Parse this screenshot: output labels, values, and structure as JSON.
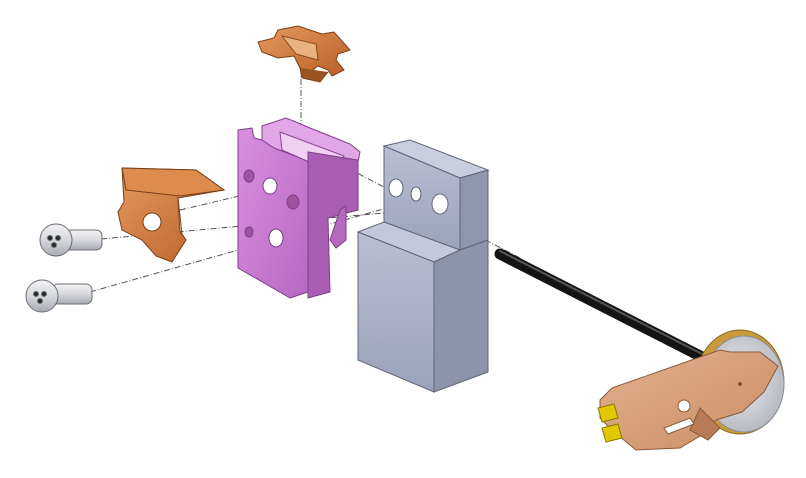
{
  "diagram": {
    "kind": "exploded-assembly",
    "parts": [
      {
        "id": "top-clip",
        "color": "#c8733a"
      },
      {
        "id": "bracket-clip",
        "color": "#c8733a"
      },
      {
        "id": "pink-housing",
        "color": "#c77ad0"
      },
      {
        "id": "grey-block",
        "color": "#a9afc6"
      },
      {
        "id": "screw-upper",
        "color": "#d9dbdf"
      },
      {
        "id": "screw-lower",
        "color": "#d9dbdf"
      },
      {
        "id": "black-rod",
        "color": "#1a1a1a"
      },
      {
        "id": "contact-plate",
        "color": "#d59a72"
      },
      {
        "id": "coin-disc",
        "color": "#c9cbd0"
      },
      {
        "id": "gold-pads",
        "color": "#e0c000"
      }
    ],
    "colors": {
      "axis": "#555555",
      "edge": "#333333",
      "copper": "#c8733a",
      "copper_dark": "#9a5424",
      "pink": "#c77ad0",
      "pink_dark": "#9b55a6",
      "grey": "#a9afc6",
      "grey_dark": "#8d93ab"
    }
  }
}
